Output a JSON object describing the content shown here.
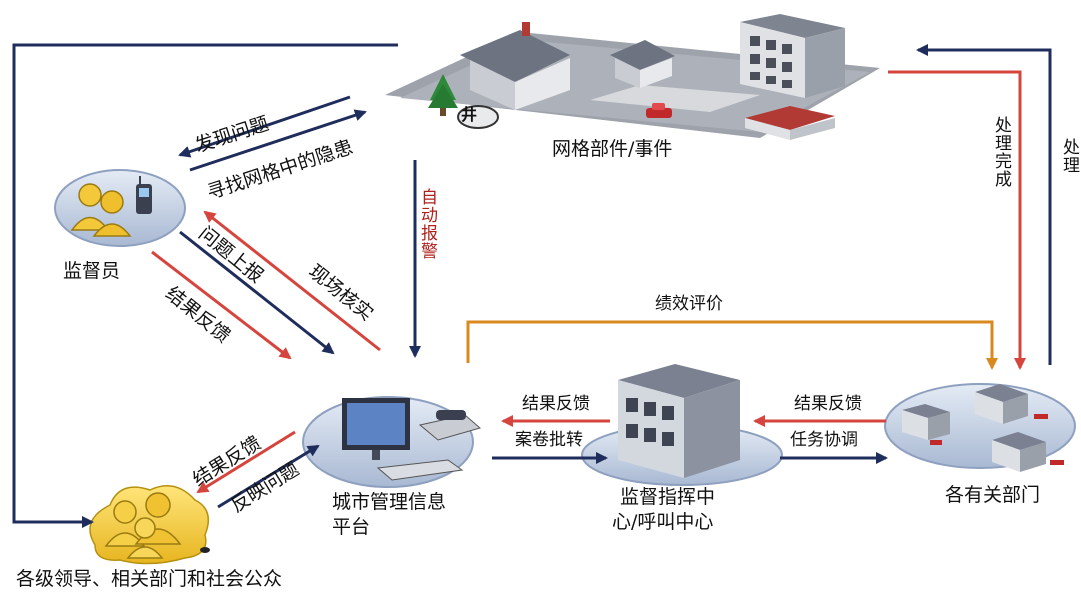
{
  "nodes": {
    "grid": "网格部件/事件",
    "supervisor": "监督员",
    "platform": "城市管理信息\n平台",
    "platform_line1": "城市管理信息",
    "platform_line2": "平台",
    "command": "监督指挥中\n心/呼叫中心",
    "command_line1": "监督指挥中",
    "command_line2": "心/呼叫中心",
    "departments": "各有关部门",
    "public": "各级领导、相关部门和社会公众",
    "well_mark": "井"
  },
  "edges": {
    "discover": "发现问题",
    "seek": "寻找网格中的隐患",
    "auto_alarm": "自动报警",
    "report": "问题上报",
    "result_feedback_supervisor": "结果反馈",
    "verify": "现场核实",
    "result_feedback_public": "结果反馈",
    "reflect": "反映问题",
    "result_feedback_platform": "结果反馈",
    "transfer": "案卷批转",
    "result_feedback_command": "结果反馈",
    "coordinate": "任务协调",
    "performance": "绩效评价",
    "done": "处理完成",
    "handle": "处理"
  },
  "colors": {
    "navy": "#1f2d5c",
    "red": "#d6453d",
    "orange": "#d98a1f",
    "building_gray": "#b7bcc6",
    "ellipse_blue": "#c8d4e6",
    "people_yellow": "#f3c93b"
  },
  "icons": [
    "house-icon",
    "office-building-icon",
    "computer-icon",
    "telephone-icon",
    "people-icon",
    "mobile-phone-icon",
    "tree-icon",
    "car-icon",
    "manhole-icon"
  ]
}
